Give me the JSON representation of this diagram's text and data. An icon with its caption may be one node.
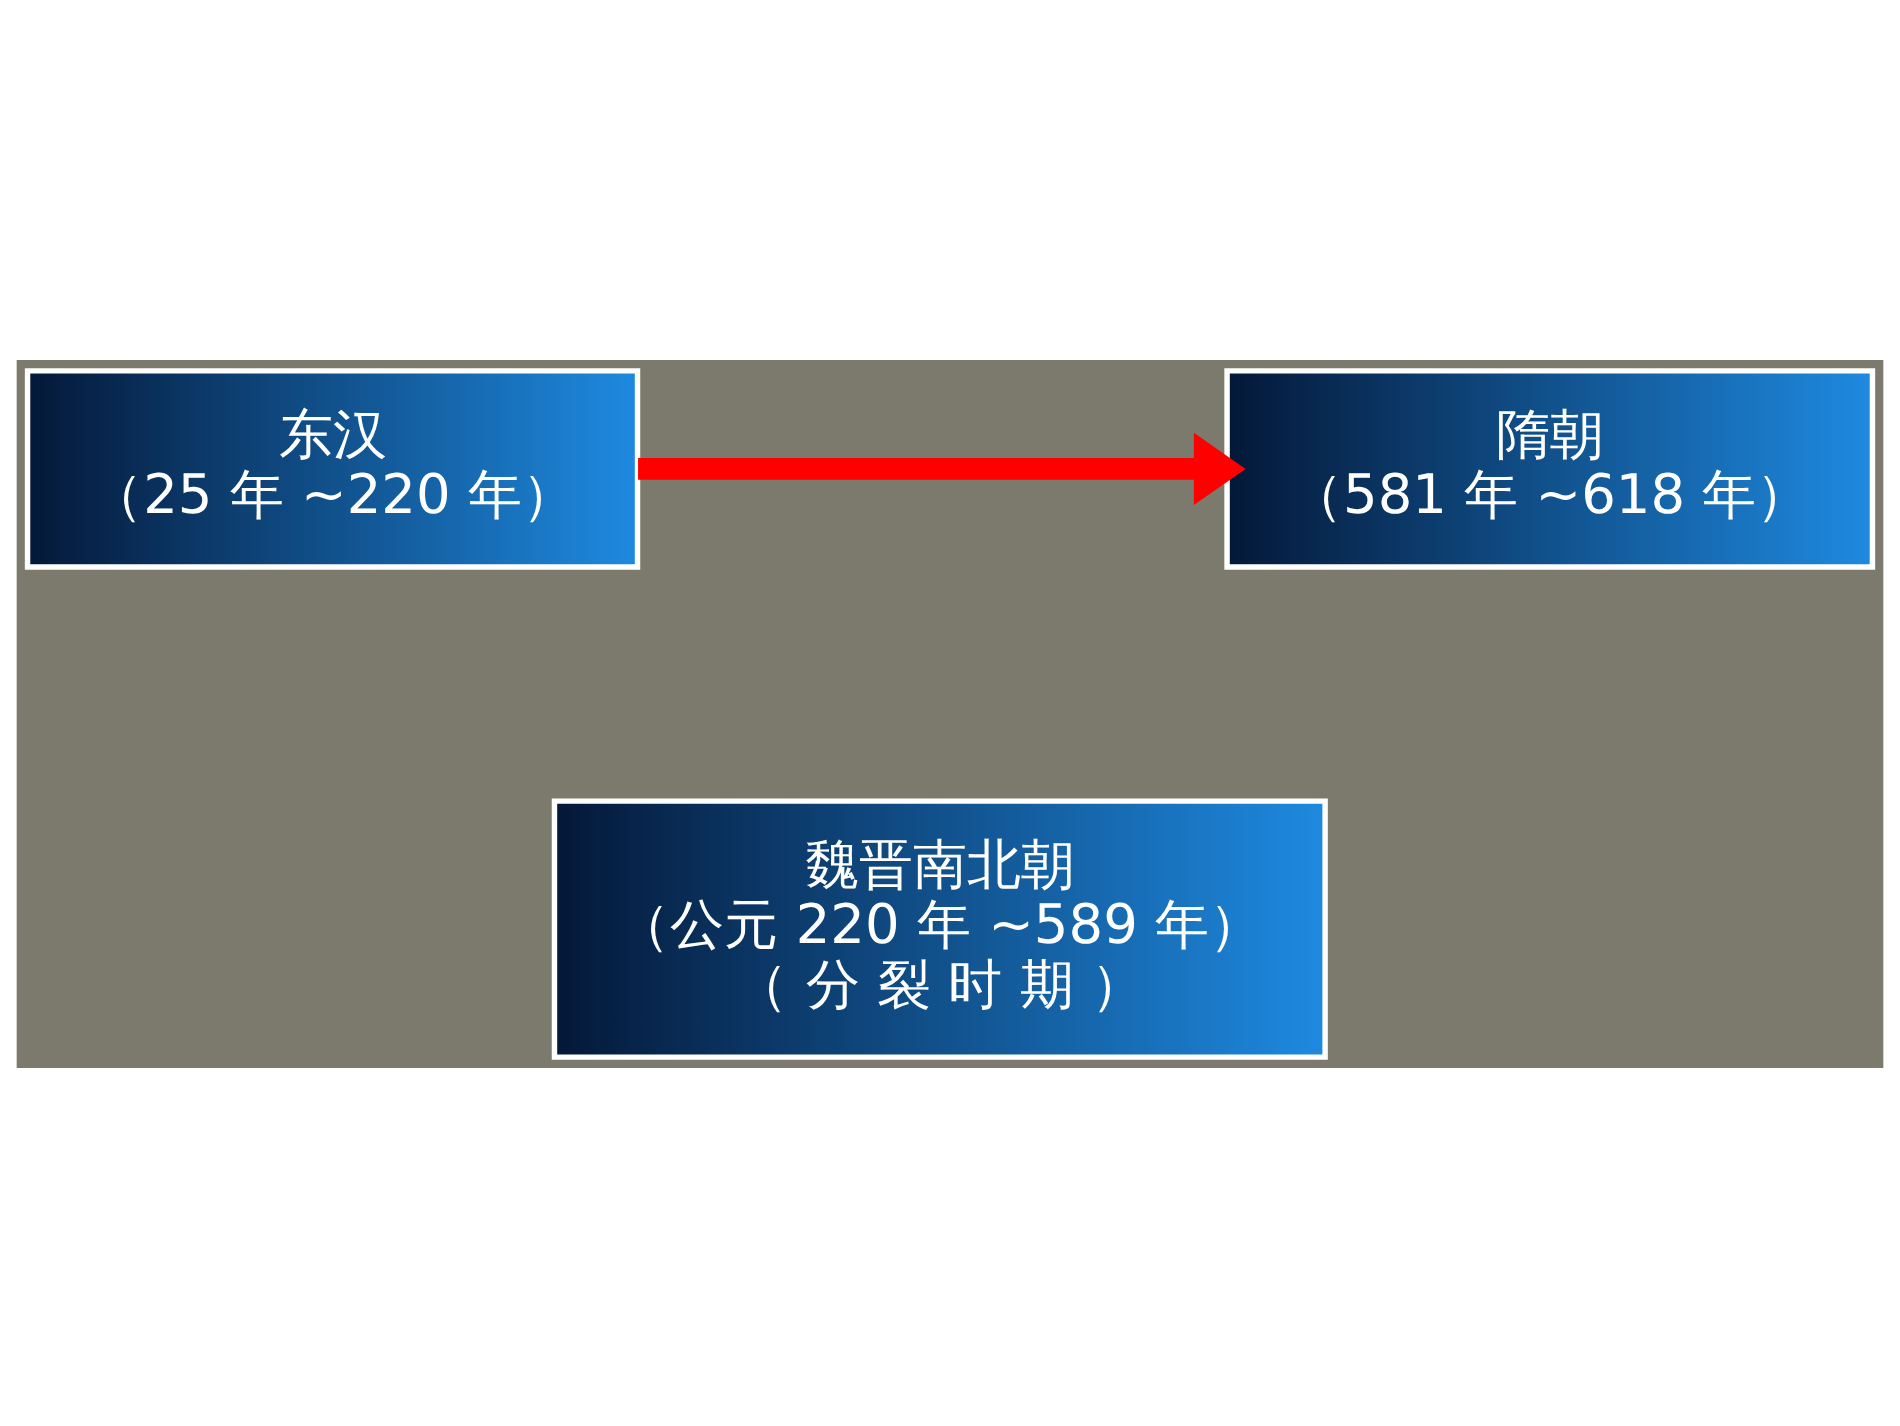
{
  "diagram": {
    "nodes": [
      {
        "text": [
          "东汉",
          "（25 年 ~220 年）"
        ]
      },
      {
        "text": [
          "隋朝",
          "（581 年 ~618 年）"
        ]
      },
      {
        "text": [
          "魏晋南北朝",
          "（公元 220 年 ~589 年）",
          "（ 分 裂 时 期 ）"
        ]
      }
    ],
    "edges": [
      {
        "from": 0,
        "to": 1,
        "arrow": "to"
      }
    ]
  }
}
